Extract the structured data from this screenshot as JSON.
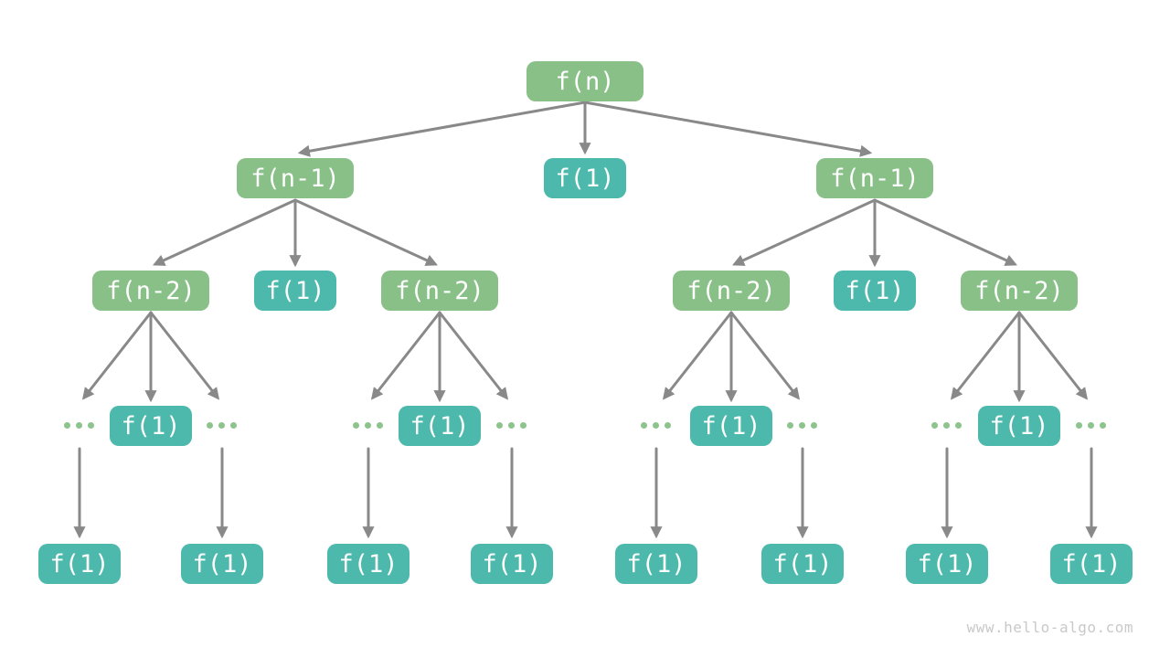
{
  "colors": {
    "background": "#FFFFFF",
    "branch_node": "#88C088",
    "leaf_node": "#4DB9AC",
    "edge": "#898989",
    "node_text": "#FFFFFF",
    "ellipsis_dot": "#8DC38D",
    "watermark": "#C9C9C9"
  },
  "watermark": "www.hello-algo.com",
  "ellipsis": "...",
  "nodes": [
    {
      "id": "root",
      "level": 1,
      "label": "f(n)",
      "type": "branch"
    },
    {
      "id": "l2-left",
      "level": 2,
      "label": "f(n-1)",
      "type": "branch"
    },
    {
      "id": "l2-mid",
      "level": 2,
      "label": "f(1)",
      "type": "leaf"
    },
    {
      "id": "l2-right",
      "level": 2,
      "label": "f(n-1)",
      "type": "branch"
    },
    {
      "id": "l3-1",
      "level": 3,
      "label": "f(n-2)",
      "type": "branch"
    },
    {
      "id": "l3-2",
      "level": 3,
      "label": "f(1)",
      "type": "leaf"
    },
    {
      "id": "l3-3",
      "level": 3,
      "label": "f(n-2)",
      "type": "branch"
    },
    {
      "id": "l3-4",
      "level": 3,
      "label": "f(n-2)",
      "type": "branch"
    },
    {
      "id": "l3-5",
      "level": 3,
      "label": "f(1)",
      "type": "leaf"
    },
    {
      "id": "l3-6",
      "level": 3,
      "label": "f(n-2)",
      "type": "branch"
    },
    {
      "id": "l4-1",
      "level": 4,
      "label": "f(1)",
      "type": "leaf"
    },
    {
      "id": "l4-2",
      "level": 4,
      "label": "f(1)",
      "type": "leaf"
    },
    {
      "id": "l4-3",
      "level": 4,
      "label": "f(1)",
      "type": "leaf"
    },
    {
      "id": "l4-4",
      "level": 4,
      "label": "f(1)",
      "type": "leaf"
    },
    {
      "id": "l5-1",
      "level": 5,
      "label": "f(1)",
      "type": "leaf"
    },
    {
      "id": "l5-2",
      "level": 5,
      "label": "f(1)",
      "type": "leaf"
    },
    {
      "id": "l5-3",
      "level": 5,
      "label": "f(1)",
      "type": "leaf"
    },
    {
      "id": "l5-4",
      "level": 5,
      "label": "f(1)",
      "type": "leaf"
    },
    {
      "id": "l5-5",
      "level": 5,
      "label": "f(1)",
      "type": "leaf"
    },
    {
      "id": "l5-6",
      "level": 5,
      "label": "f(1)",
      "type": "leaf"
    },
    {
      "id": "l5-7",
      "level": 5,
      "label": "f(1)",
      "type": "leaf"
    },
    {
      "id": "l5-8",
      "level": 5,
      "label": "f(1)",
      "type": "leaf"
    }
  ]
}
